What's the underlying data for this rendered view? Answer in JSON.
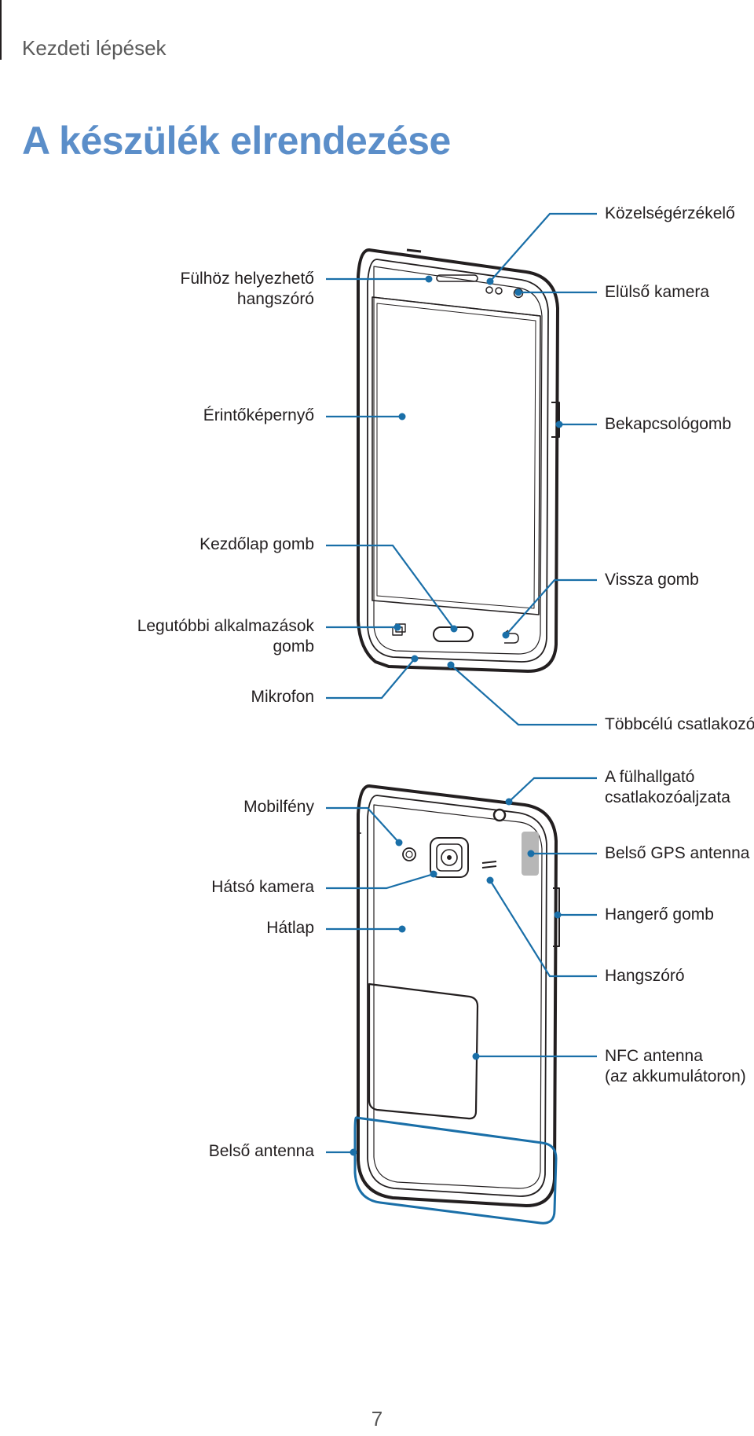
{
  "header": {
    "section": "Kezdeti lépések"
  },
  "title": "A készülék elrendezése",
  "front_labels": {
    "proximity": "Közelségérzékelő",
    "earpiece_1": "Fülhöz helyezhető",
    "earpiece_2": "hangszóró",
    "front_camera": "Elülső kamera",
    "touchscreen": "Érintőképernyő",
    "power": "Bekapcsológomb",
    "home": "Kezdőlap gomb",
    "back": "Vissza gomb",
    "recent_1": "Legutóbbi alkalmazások",
    "recent_2": "gomb",
    "mic": "Mikrofon",
    "multipurpose": "Többcélú csatlakozó"
  },
  "back_labels": {
    "headset_1": "A fülhallgató",
    "headset_2": "csatlakozóaljzata",
    "flash": "Mobilfény",
    "gps": "Belső GPS antenna",
    "rear_camera": "Hátsó kamera",
    "volume": "Hangerő gomb",
    "back_cover": "Hátlap",
    "speaker": "Hangszóró",
    "nfc_1": "NFC antenna",
    "nfc_2": "(az akkumulátoron)",
    "antenna": "Belső antenna"
  },
  "page_number": "7",
  "colors": {
    "accent": "#5b8ec9",
    "callout": "#1a6fa8",
    "outline": "#231f20"
  }
}
